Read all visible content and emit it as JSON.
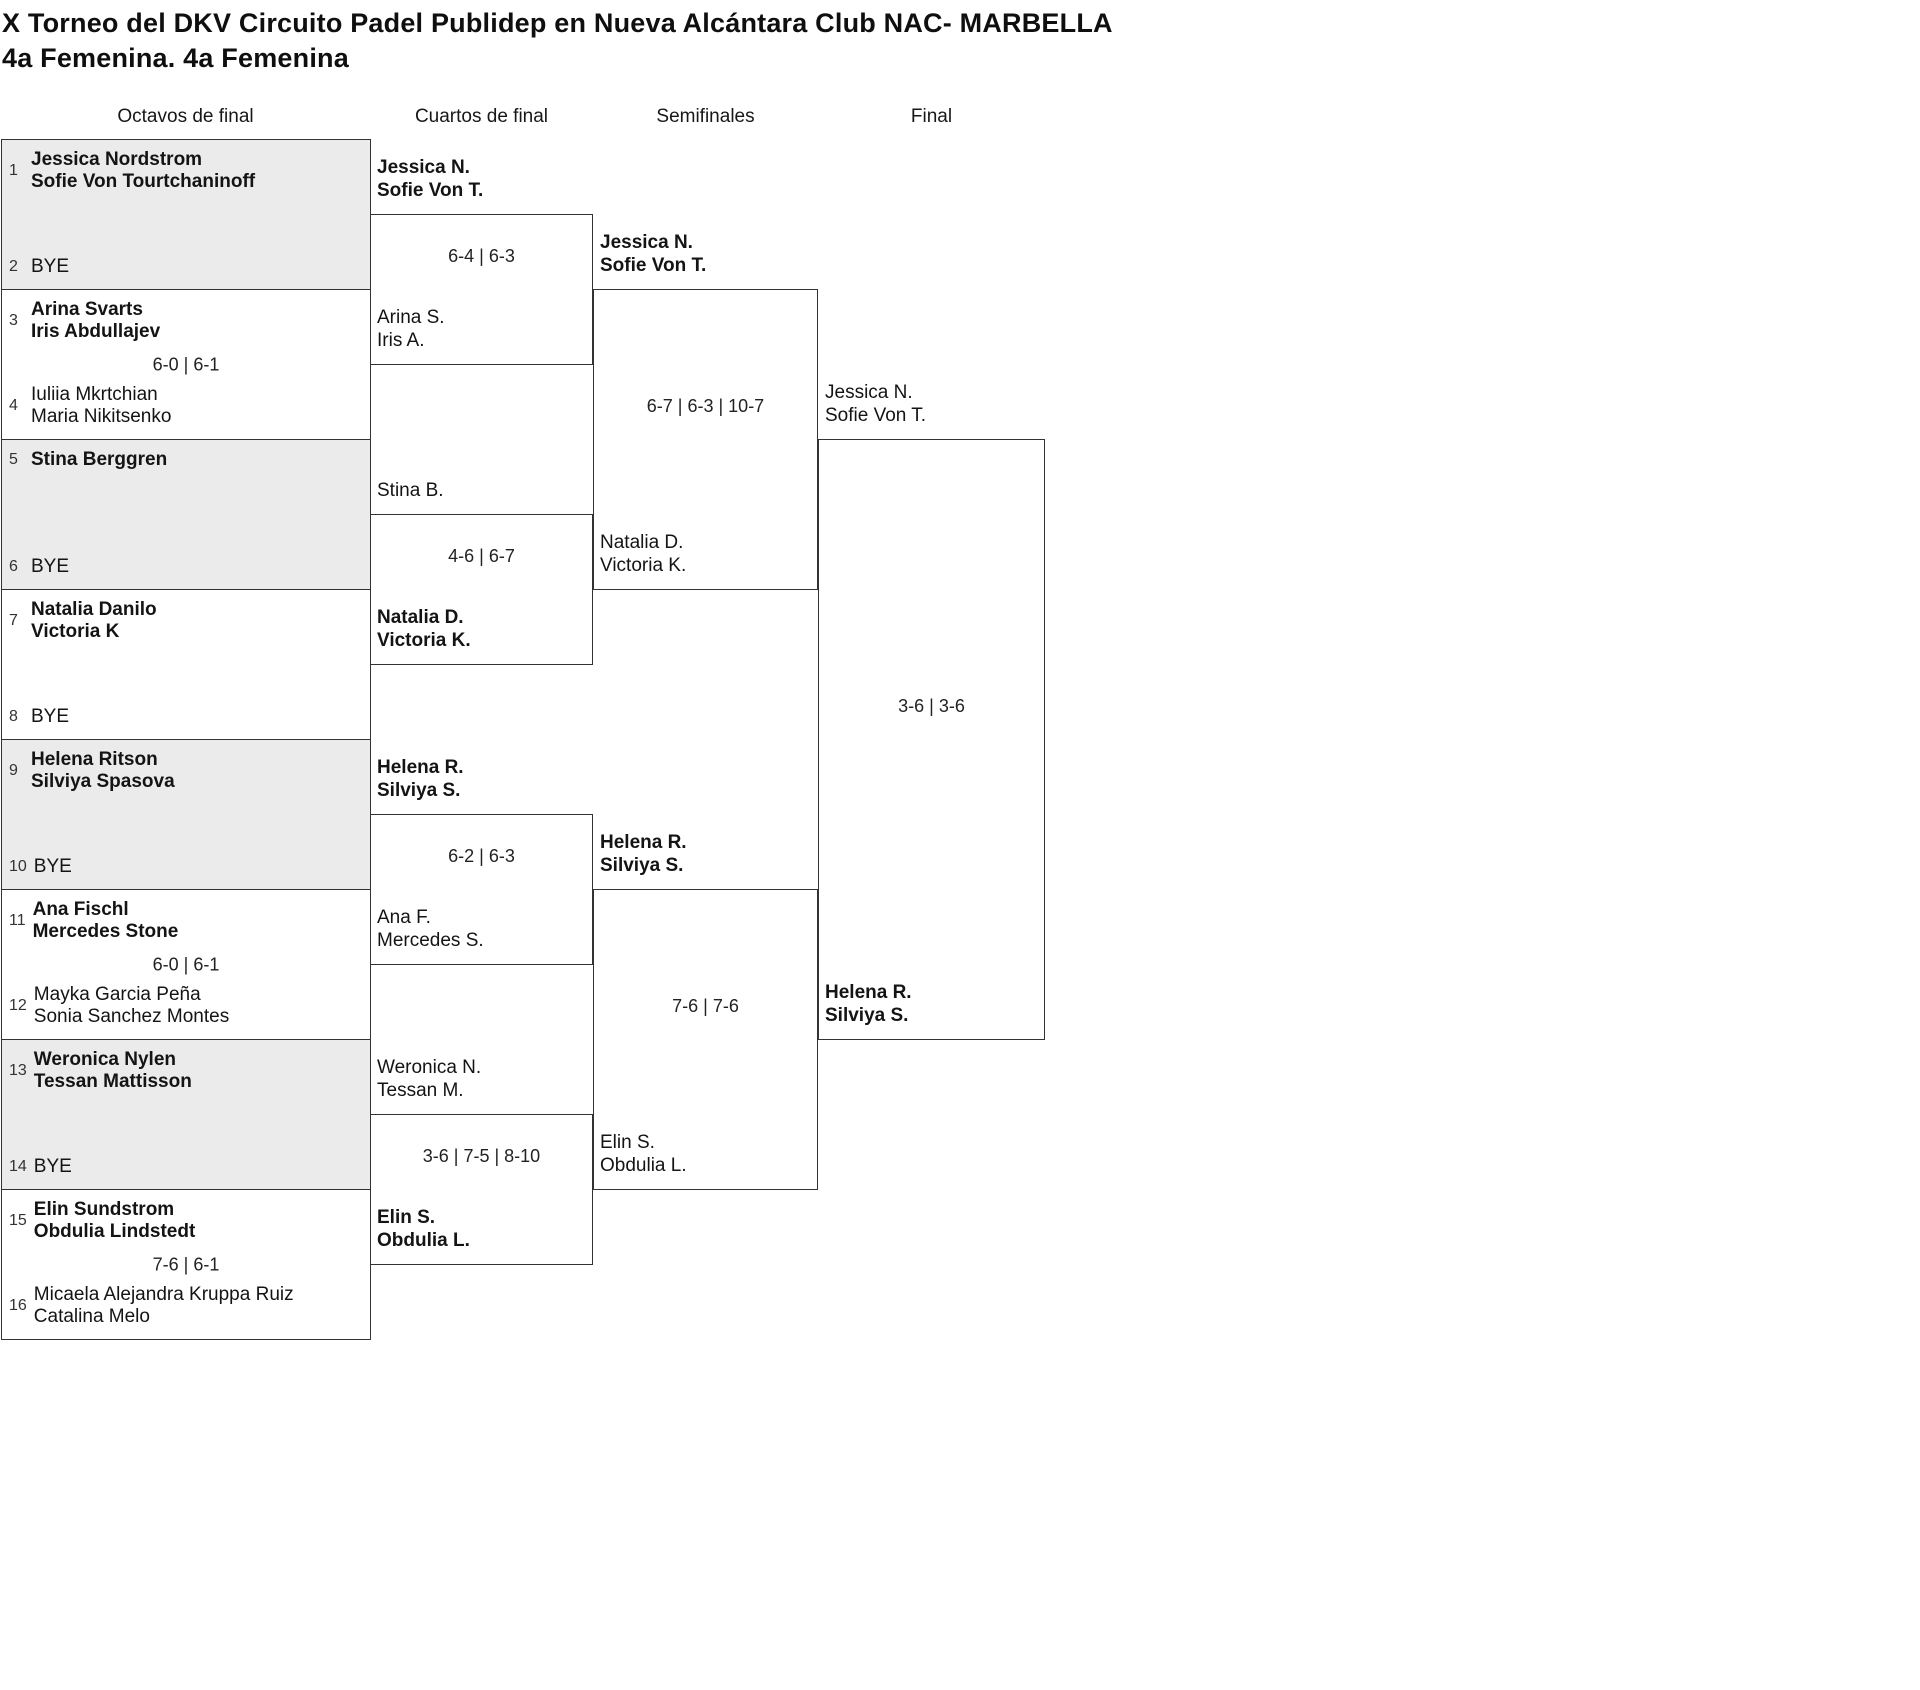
{
  "title": {
    "line1": "X Torneo del DKV Circuito Padel Publidep en Nueva Alcántara Club NAC- MARBELLA",
    "line2": "4a Femenina. 4a Femenina"
  },
  "rounds": [
    "Octavos de final",
    "Cuartos de final",
    "Semifinales",
    "Final"
  ],
  "colors": {
    "shaded_box_bg": "#ebebeb",
    "border": "#333333",
    "text": "#141414"
  },
  "first_round": [
    {
      "shaded": true,
      "score": "",
      "top": {
        "seed": "1",
        "lines": [
          "Jessica Nordstrom",
          "Sofie Von Tourtchaninoff"
        ],
        "bold": true
      },
      "bottom": {
        "seed": "2",
        "lines": [
          "BYE"
        ],
        "bold": false
      }
    },
    {
      "shaded": false,
      "score": "6-0 | 6-1",
      "top": {
        "seed": "3",
        "lines": [
          "Arina Svarts",
          "Iris Abdullajev"
        ],
        "bold": true
      },
      "bottom": {
        "seed": "4",
        "lines": [
          "Iuliia Mkrtchian",
          "Maria Nikitsenko"
        ],
        "bold": false
      }
    },
    {
      "shaded": true,
      "score": "",
      "top": {
        "seed": "5",
        "lines": [
          "Stina Berggren"
        ],
        "bold": true
      },
      "bottom": {
        "seed": "6",
        "lines": [
          "BYE"
        ],
        "bold": false
      }
    },
    {
      "shaded": false,
      "score": "",
      "top": {
        "seed": "7",
        "lines": [
          "Natalia Danilo",
          "Victoria K"
        ],
        "bold": true
      },
      "bottom": {
        "seed": "8",
        "lines": [
          "BYE"
        ],
        "bold": false
      }
    },
    {
      "shaded": true,
      "score": "",
      "top": {
        "seed": "9",
        "lines": [
          "Helena Ritson",
          "Silviya Spasova"
        ],
        "bold": true
      },
      "bottom": {
        "seed": "10",
        "lines": [
          "BYE"
        ],
        "bold": false
      }
    },
    {
      "shaded": false,
      "score": "6-0 | 6-1",
      "top": {
        "seed": "11",
        "lines": [
          "Ana Fischl",
          "Mercedes Stone"
        ],
        "bold": true
      },
      "bottom": {
        "seed": "12",
        "lines": [
          "Mayka Garcia Peña",
          "Sonia Sanchez Montes"
        ],
        "bold": false
      }
    },
    {
      "shaded": true,
      "score": "",
      "top": {
        "seed": "13",
        "lines": [
          "Weronica Nylen",
          "Tessan Mattisson"
        ],
        "bold": true
      },
      "bottom": {
        "seed": "14",
        "lines": [
          "BYE"
        ],
        "bold": false
      }
    },
    {
      "shaded": false,
      "score": "7-6 | 6-1",
      "top": {
        "seed": "15",
        "lines": [
          "Elin Sundstrom",
          "Obdulia Lindstedt"
        ],
        "bold": true
      },
      "bottom": {
        "seed": "16",
        "lines": [
          "Micaela Alejandra Kruppa Ruiz",
          "Catalina Melo"
        ],
        "bold": false
      }
    }
  ],
  "quarterfinals": [
    {
      "score": "6-4 | 6-3",
      "top": {
        "lines": [
          "Jessica N.",
          "Sofie Von T."
        ],
        "bold": true
      },
      "bottom": {
        "lines": [
          "Arina S.",
          "Iris A."
        ],
        "bold": false
      }
    },
    {
      "score": "4-6 | 6-7",
      "top": {
        "lines": [
          "Stina B."
        ],
        "bold": false
      },
      "bottom": {
        "lines": [
          "Natalia D.",
          "Victoria K."
        ],
        "bold": true
      }
    },
    {
      "score": "6-2 | 6-3",
      "top": {
        "lines": [
          "Helena R.",
          "Silviya S."
        ],
        "bold": true
      },
      "bottom": {
        "lines": [
          "Ana F.",
          "Mercedes S."
        ],
        "bold": false
      }
    },
    {
      "score": "3-6 | 7-5 | 8-10",
      "top": {
        "lines": [
          "Weronica N.",
          "Tessan M."
        ],
        "bold": false
      },
      "bottom": {
        "lines": [
          "Elin S.",
          "Obdulia L."
        ],
        "bold": true
      }
    }
  ],
  "semifinals": [
    {
      "score": "6-7 | 6-3 | 10-7",
      "top": {
        "lines": [
          "Jessica N.",
          "Sofie Von T."
        ],
        "bold": true
      },
      "bottom": {
        "lines": [
          "Natalia D.",
          "Victoria K."
        ],
        "bold": false
      }
    },
    {
      "score": "7-6 | 7-6",
      "top": {
        "lines": [
          "Helena R.",
          "Silviya S."
        ],
        "bold": true
      },
      "bottom": {
        "lines": [
          "Elin S.",
          "Obdulia L."
        ],
        "bold": false
      }
    }
  ],
  "final": {
    "score": "3-6 | 3-6",
    "top": {
      "lines": [
        "Jessica N.",
        "Sofie Von T."
      ],
      "bold": false
    },
    "bottom": {
      "lines": [
        "Helena R.",
        "Silviya S."
      ],
      "bold": true
    }
  }
}
